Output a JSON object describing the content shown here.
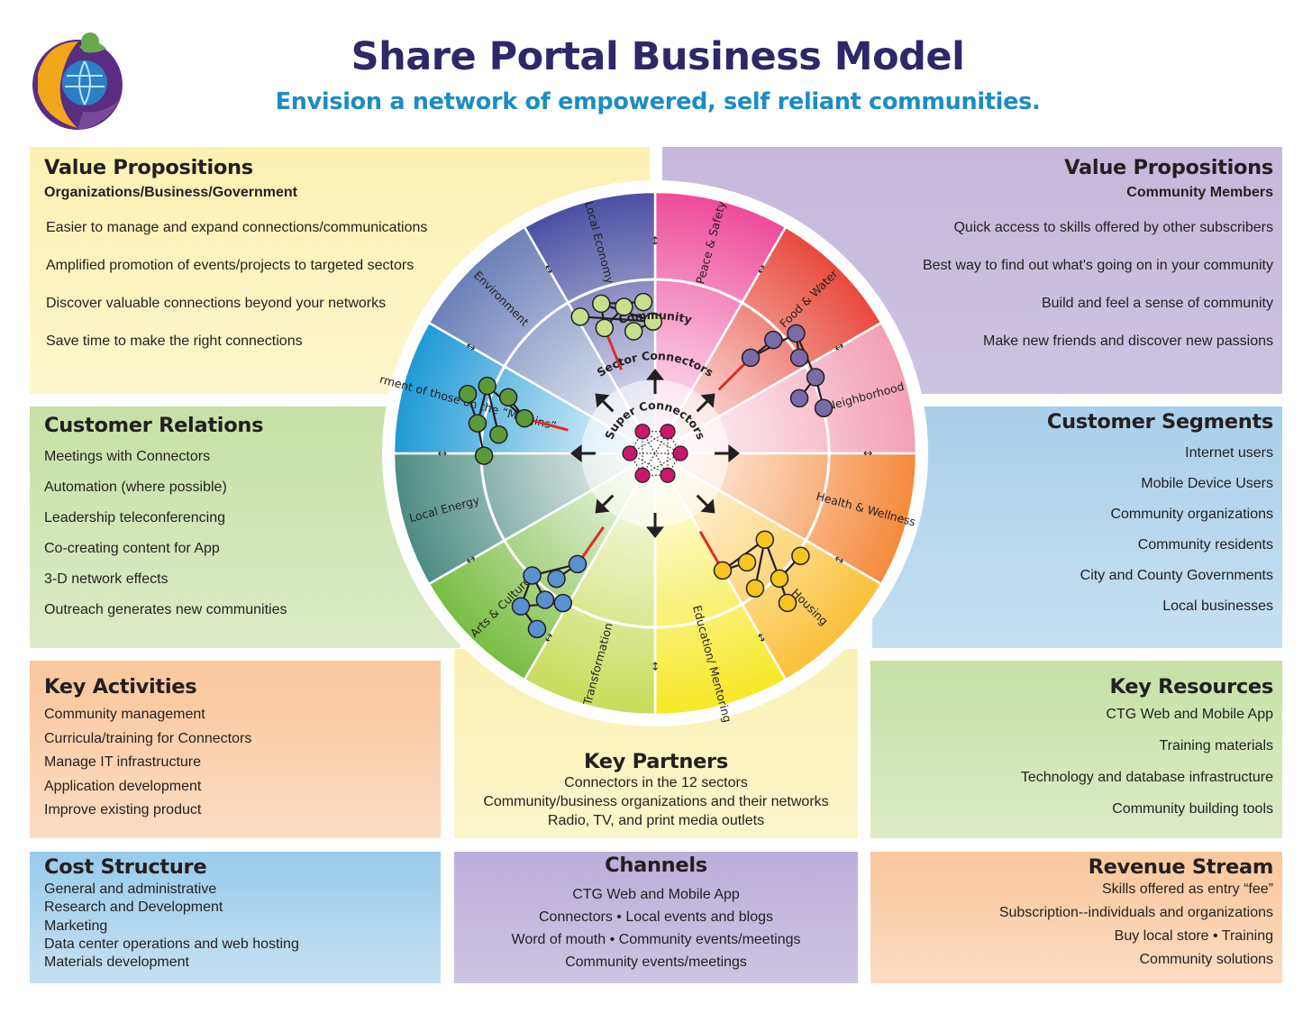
{
  "header": {
    "title": "Share Portal Business Model",
    "subtitle": "Envision a network of empowered, self reliant communities."
  },
  "colors": {
    "title": "#2e2768",
    "subtitle": "#1b8cc6"
  },
  "icons": [
    "globe-hands-logo"
  ],
  "value_props_org": {
    "title": "Value Propositions",
    "subtitle": "Organizations/Business/Government",
    "items": [
      "Easier to manage and expand connections/communications",
      "Amplified promotion of events/projects to targeted sectors",
      "Discover valuable connections beyond your networks",
      "Save time to make the right connections"
    ]
  },
  "value_props_community": {
    "title": "Value Propositions",
    "subtitle": "Community Members",
    "items": [
      "Quick access to skills offered by other subscribers",
      "Best way to find out what's going on in your community",
      "Build and feel a sense of community",
      "Make new friends and discover new passions"
    ]
  },
  "customer_relations": {
    "title": "Customer Relations",
    "items": [
      "Meetings with Connectors",
      "Automation (where possible)",
      "Leadership teleconferencing",
      "Co-creating content for App",
      "3-D network effects",
      "Outreach generates new communities"
    ]
  },
  "customer_segments": {
    "title": "Customer Segments",
    "items": [
      "Internet users",
      "Mobile Device Users",
      "Community organizations",
      "Community residents",
      "City and County Governments",
      "Local businesses"
    ]
  },
  "key_activities": {
    "title": "Key Activities",
    "items": [
      "Community management",
      "Curricula/training for Connectors",
      "Manage IT infrastructure",
      "Application development",
      "Improve existing product"
    ]
  },
  "key_partners": {
    "title": "Key Partners",
    "items": [
      "Connectors in the 12 sectors",
      "Community/business organizations and their networks",
      "Radio, TV, and print media outlets"
    ]
  },
  "key_resources": {
    "title": "Key Resources",
    "items": [
      "CTG Web and Mobile App",
      "Training materials",
      "Technology and database infrastructure",
      "Community building tools"
    ]
  },
  "cost_structure": {
    "title": "Cost Structure",
    "items": [
      "General and administrative",
      "Research and Development",
      "Marketing",
      "Data center operations and web hosting",
      "Materials development"
    ]
  },
  "channels": {
    "title": "Channels",
    "items": [
      "CTG Web and Mobile App",
      "Connectors • Local events and blogs",
      "Word of mouth • Community events/meetings",
      "Community events/meetings"
    ]
  },
  "revenue_stream": {
    "title": "Revenue Stream",
    "items": [
      "Skills offered as entry “fee”",
      "Subscription--individuals and organizations",
      "Buy local store • Training",
      "Community solutions"
    ]
  },
  "wheel": {
    "outer_label": "Community",
    "middle_label": "Sector Connectors",
    "inner_label": "Super Connectors",
    "sectors": [
      {
        "label": "Peace & Safety",
        "color": "#ee4b9b"
      },
      {
        "label": "Food & Water",
        "color": "#e84a3c"
      },
      {
        "label": "Neighborhood",
        "color": "#f3a0b6"
      },
      {
        "label": "Health & Wellness",
        "color": "#f58a3c"
      },
      {
        "label": "Housing",
        "color": "#fcc13a"
      },
      {
        "label": "Education/ Mentoring",
        "color": "#f7e826"
      },
      {
        "label": "Transformation",
        "color": "#c8dc5a"
      },
      {
        "label": "Arts & Culture",
        "color": "#79bd43"
      },
      {
        "label": "Local Energy",
        "color": "#4d8c82"
      },
      {
        "label": "Empowerment of those on the “Margins”",
        "color": "#1e9ad6"
      },
      {
        "label": "Environment",
        "color": "#6a80b8"
      },
      {
        "label": "Local Economy",
        "color": "#4b4fa2"
      }
    ],
    "clusters": [
      {
        "name": "purple",
        "color": "#7a6aa8"
      },
      {
        "name": "yellow",
        "color": "#f6c520"
      },
      {
        "name": "blue",
        "color": "#5a8fd0"
      },
      {
        "name": "green",
        "color": "#5b9a3a"
      },
      {
        "name": "light-green",
        "color": "#c7e08d"
      }
    ]
  }
}
